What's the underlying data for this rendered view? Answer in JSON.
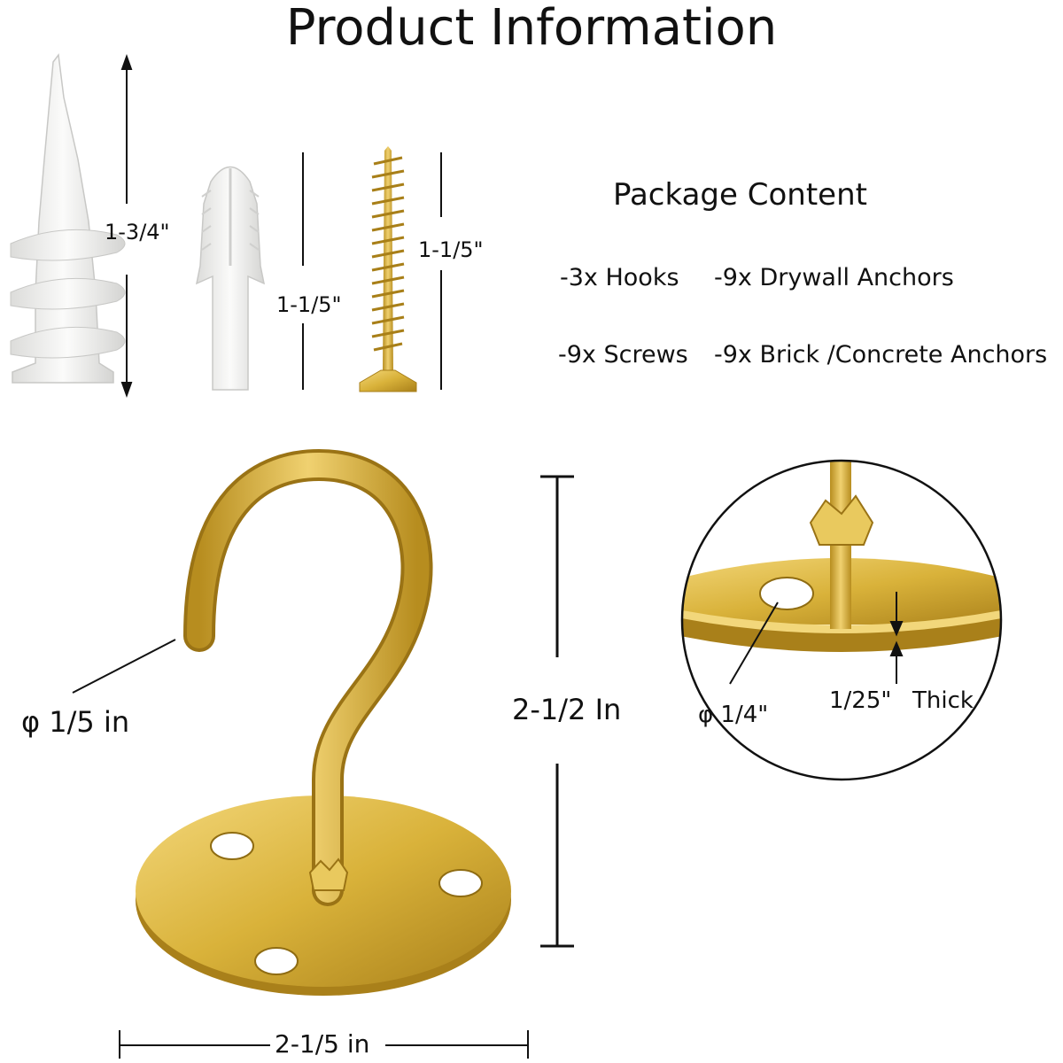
{
  "title": "Product Information",
  "dimensions": {
    "drywall_anchor_length": "1-3/4\"",
    "brick_anchor_length": "1-1/5\"",
    "screw_length": "1-1/5\"",
    "hook_wire_diameter": "φ 1/5 in",
    "hook_height": "2-1/2 In",
    "plate_width": "2-1/5 in",
    "hole_diameter": "φ 1/4\"",
    "plate_thickness": "1/25\"",
    "thickness_label": "Thick"
  },
  "package": {
    "heading": "Package Content",
    "items": [
      "-3x Hooks",
      "-9x Drywall Anchors",
      "-9x Screws",
      "-9x Brick /Concrete Anchors"
    ]
  },
  "colors": {
    "gold": "#d9b23a",
    "gold_dark": "#b38a1c",
    "plastic": "#f3f3f1",
    "line": "#111111"
  }
}
